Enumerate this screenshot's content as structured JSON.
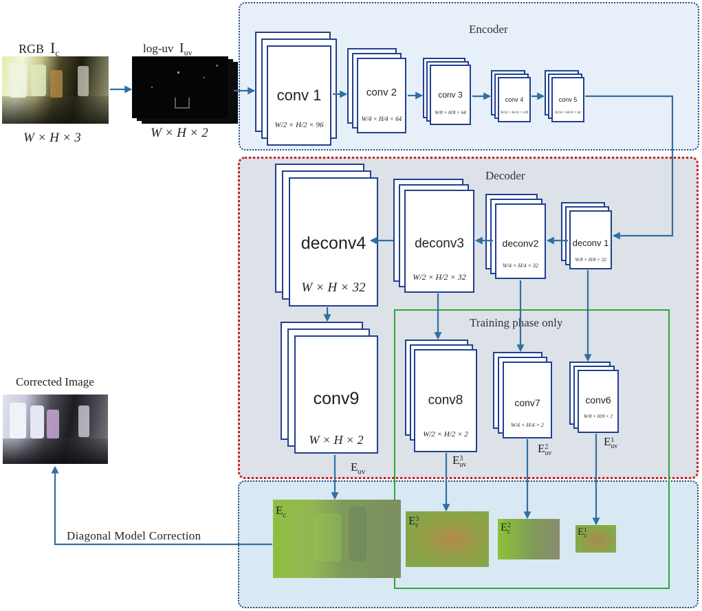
{
  "inputs": {
    "rgb_label": "RGB",
    "rgb_symbol": "I",
    "rgb_subscript": "c",
    "rgb_dims": "W × H × 3",
    "loguv_label": "log-uv",
    "loguv_symbol": "I",
    "loguv_subscript": "uv",
    "loguv_dims": "W × H × 2"
  },
  "encoder": {
    "title": "Encoder",
    "blocks": [
      {
        "name": "conv 1",
        "dims": "W/2 × H/2 × 96"
      },
      {
        "name": "conv 2",
        "dims": "W/4 × H/4 × 64"
      },
      {
        "name": "conv 3",
        "dims": "W/8 × H/8 × 64"
      },
      {
        "name": "conv 4",
        "dims": "W/16 × H/16 × 128"
      },
      {
        "name": "conv 5",
        "dims": "W/16 × H/16 × 64"
      }
    ]
  },
  "decoder": {
    "title": "Decoder",
    "blocks": [
      {
        "name": "deconv4",
        "dims": "W × H × 32"
      },
      {
        "name": "deconv3",
        "dims": "W/2 × H/2 × 32"
      },
      {
        "name": "deconv2",
        "dims": "W/4 × H/4 × 32"
      },
      {
        "name": "deconv 1",
        "dims": "W/8 × H/8 × 32"
      },
      {
        "name": "conv9",
        "dims": "W × H × 2"
      }
    ]
  },
  "training": {
    "title": "Training phase only",
    "blocks": [
      {
        "name": "conv8",
        "dims": "W/2 × H/2 × 2"
      },
      {
        "name": "conv7",
        "dims": "W/4 × H/4 × 2"
      },
      {
        "name": "conv6",
        "dims": "W/8 × H/8 × 2"
      }
    ]
  },
  "estimates": {
    "euv": {
      "base": "E",
      "sub": "uv"
    },
    "euv3": {
      "base": "E",
      "sub": "uv",
      "sup": "3"
    },
    "euv2": {
      "base": "E",
      "sub": "uv",
      "sup": "2"
    },
    "euv1": {
      "base": "E",
      "sub": "uv",
      "sup": "1"
    },
    "ec": {
      "base": "E",
      "sub": "c"
    },
    "ec3": {
      "base": "E",
      "sub": "c",
      "sup": "3"
    },
    "ec2": {
      "base": "E",
      "sub": "c",
      "sup": "2"
    },
    "ec1": {
      "base": "E",
      "sub": "c",
      "sup": "1"
    }
  },
  "output": {
    "corrected_label": "Corrected Image",
    "correction_label": "Diagonal Model Correction"
  },
  "colors": {
    "arrow": "#2f6fa3",
    "block_border": "#1f3f90",
    "training_border": "#2fa53a",
    "decoder_border": "#d11818",
    "illum_green": "#86a84a"
  }
}
